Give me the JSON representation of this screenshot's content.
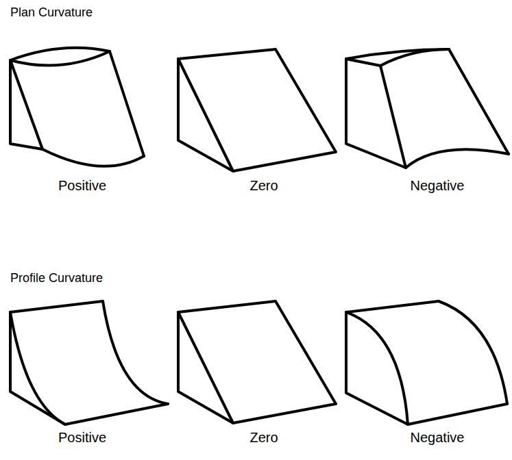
{
  "diagram": {
    "labels": [
      "Plan Curvature",
      "Positive",
      "Zero",
      "Negative",
      "Profile Curvature",
      "Positive",
      "Zero",
      "Negative"
    ]
  }
}
